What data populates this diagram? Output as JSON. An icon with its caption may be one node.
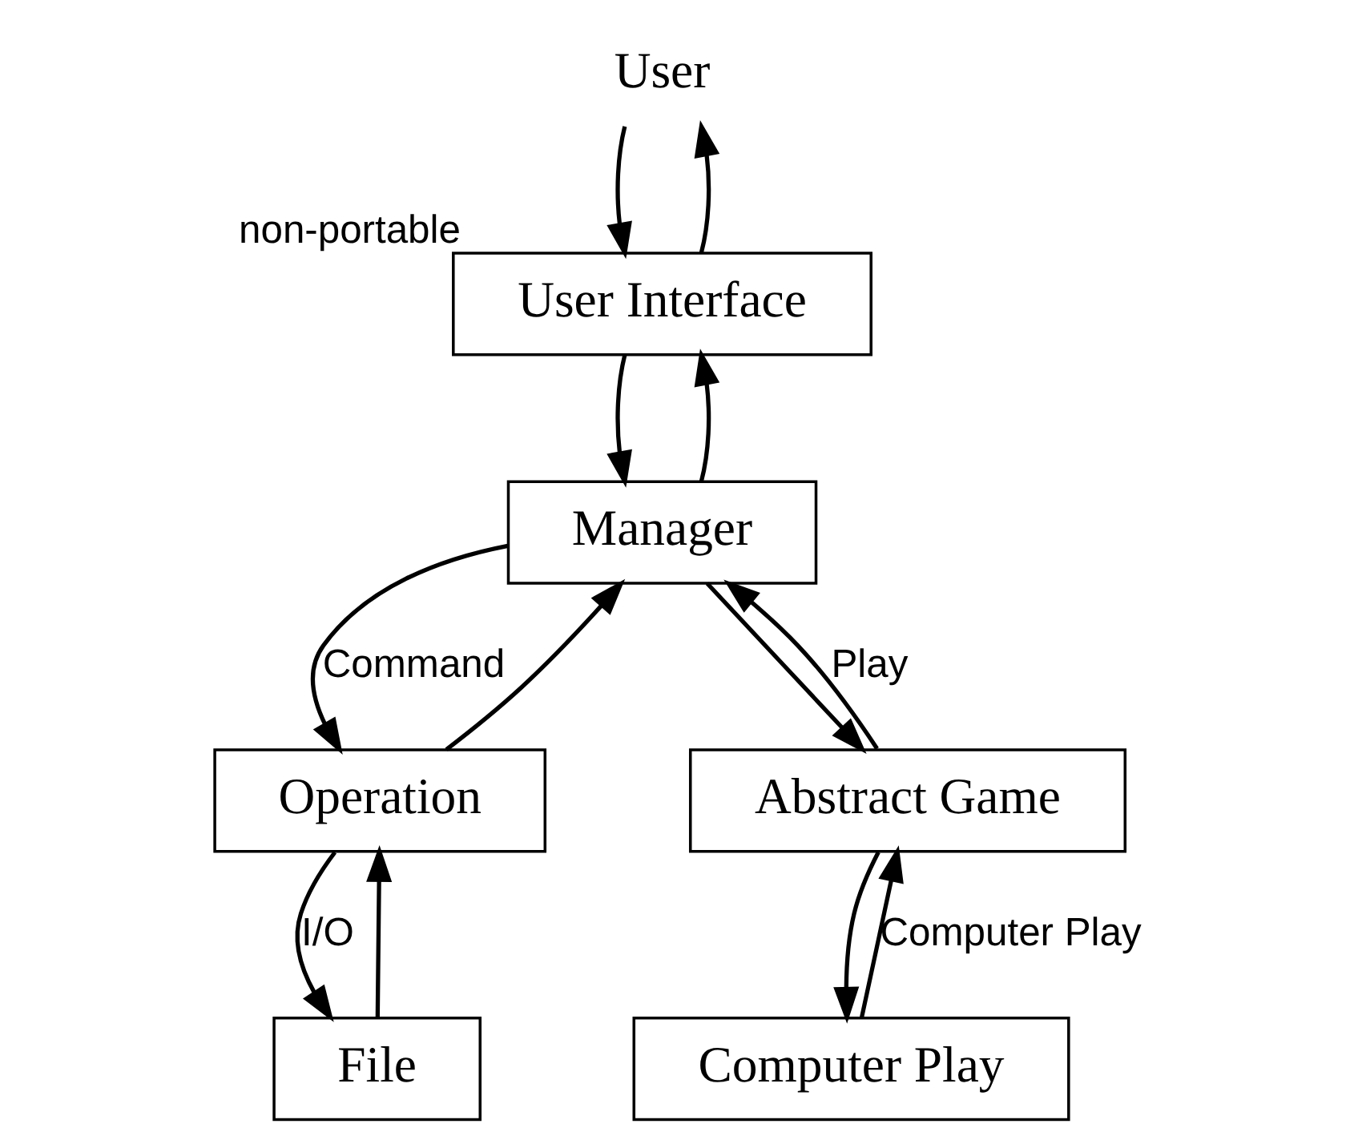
{
  "diagram": {
    "nodes": [
      {
        "text": [
          "User"
        ]
      },
      {
        "text": [
          "User Interface"
        ],
        "beside": [
          "non-portable"
        ]
      },
      {
        "text": [
          "Manager"
        ]
      },
      {
        "text": [
          "Operation"
        ]
      },
      {
        "text": [
          "Abstract Game"
        ]
      },
      {
        "text": [
          "File"
        ]
      },
      {
        "text": [
          "Computer Play"
        ]
      }
    ],
    "edges": [
      {
        "from": 0,
        "to": 1,
        "arrow": "to"
      },
      {
        "from": 1,
        "to": 0,
        "arrow": "to"
      },
      {
        "from": 1,
        "to": 2,
        "arrow": "to"
      },
      {
        "from": 2,
        "to": 1,
        "arrow": "to"
      },
      {
        "from": 2,
        "to": 3,
        "arrow": "to",
        "label": "Command"
      },
      {
        "from": 3,
        "to": 2,
        "arrow": "to"
      },
      {
        "from": 2,
        "to": 4,
        "arrow": "to"
      },
      {
        "from": 4,
        "to": 2,
        "arrow": "to",
        "label": "Play"
      },
      {
        "from": 3,
        "to": 5,
        "arrow": "to",
        "label": "I/O"
      },
      {
        "from": 5,
        "to": 3,
        "arrow": "to"
      },
      {
        "from": 4,
        "to": 6,
        "arrow": "to"
      },
      {
        "from": 6,
        "to": 4,
        "arrow": "to",
        "label": "Computer Play"
      }
    ]
  }
}
